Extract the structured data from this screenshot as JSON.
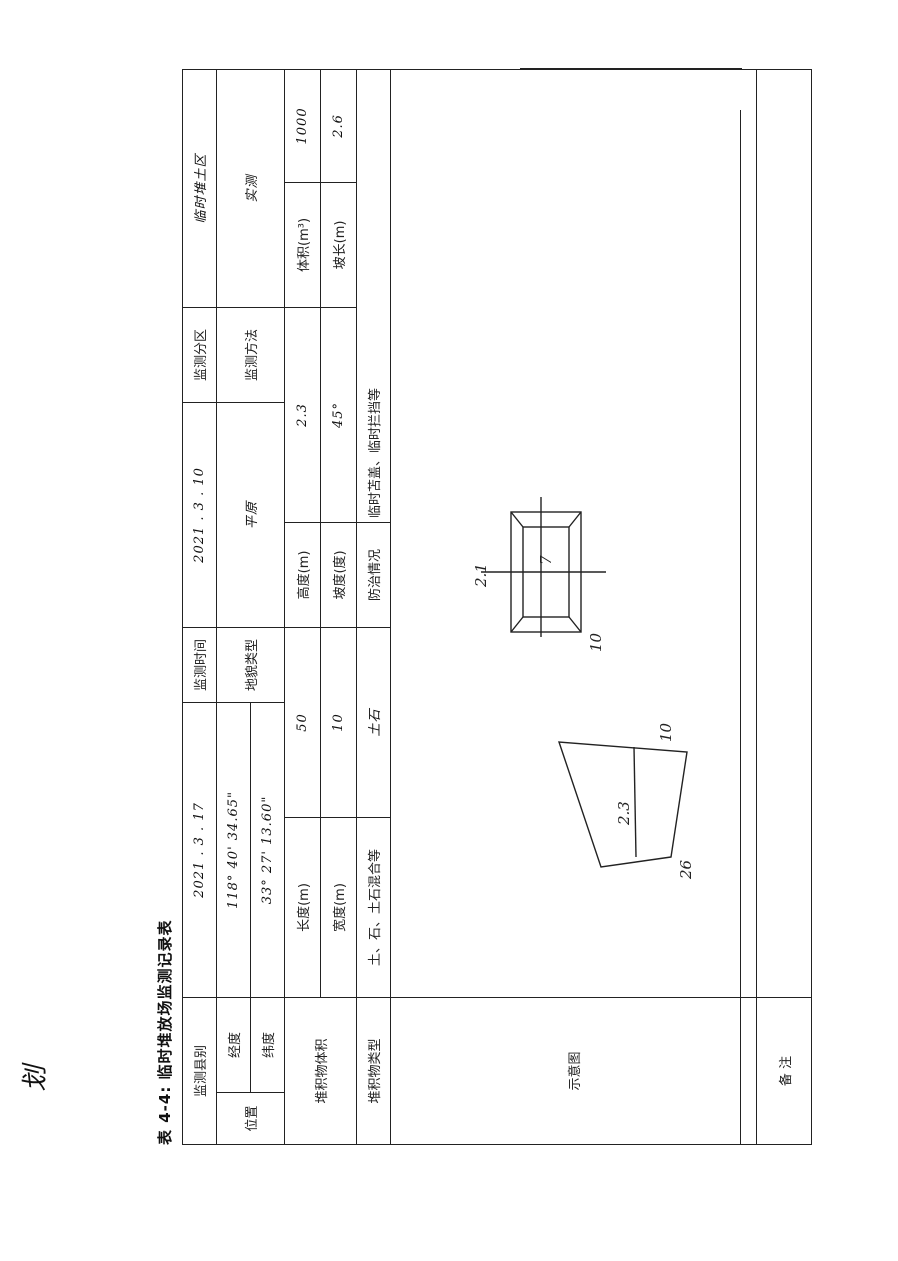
{
  "signature": "划",
  "caption": "表 4-4: 临时堆放场监测记录表",
  "row1": {
    "district_label": "监测县别",
    "district_value": "2021 . 3 . 17",
    "time_label": "监测时间",
    "time_value": "2021 . 3 . 10",
    "zone_label": "监测分区",
    "zone_value": "临时堆土区"
  },
  "row2": {
    "position_label": "位置",
    "lon_label": "经度",
    "lon_value": "118° 40' 34.65\"",
    "lat_label": "纬度",
    "lat_value": "33° 27' 13.60\"",
    "landform_label": "地貌类型",
    "landform_value": "平原",
    "method_label": "监测方法",
    "method_value": "实测"
  },
  "row3": {
    "pile_label": "堆积物体积",
    "length_label": "长度(m)",
    "length_value": "50",
    "height_label": "高度(m)",
    "height_value": "2.3",
    "volume_label": "体积(m³)",
    "volume_value": "1000"
  },
  "row4": {
    "width_label": "宽度(m)",
    "width_value": "10",
    "slope_label": "坡度(度)",
    "slope_value": "45°",
    "slope_length_label": "坡长(m)",
    "slope_length_value": "2.6"
  },
  "row5": {
    "material_label": "堆积物类型",
    "material_options": "土、石、土石混合等",
    "material_value": "土石",
    "control_label": "防治情况",
    "control_value": "临时苫盖、临时拦挡等"
  },
  "sketch": {
    "label": "示意图",
    "marks": [
      "2.3",
      "26",
      "10",
      "10",
      "7",
      "2.1"
    ]
  },
  "notes": {
    "label": "备 注",
    "value": ""
  }
}
